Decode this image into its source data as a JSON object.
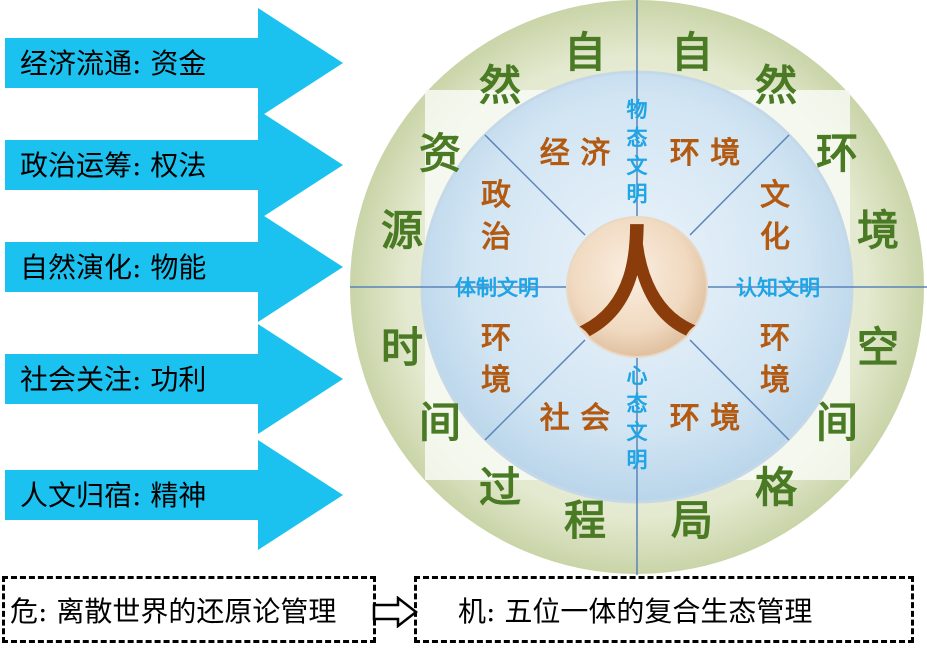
{
  "arrows": [
    {
      "label": "经济流通: 资金"
    },
    {
      "label": "政治运筹: 权法"
    },
    {
      "label": "自然演化: 物能"
    },
    {
      "label": "社会关注: 功利"
    },
    {
      "label": "人文归宿: 精神"
    }
  ],
  "wheel": {
    "center": "人",
    "outer_left": [
      "资",
      "源",
      "时",
      "间"
    ],
    "outer_top_left": [
      "然",
      "自"
    ],
    "outer_top_right": [
      "自",
      "然"
    ],
    "outer_right": [
      "环",
      "境",
      "空",
      "间"
    ],
    "outer_bottom_left": [
      "过",
      "程"
    ],
    "outer_bottom_right": [
      "局",
      "格"
    ],
    "inner": {
      "econ": "经 济",
      "econ_env": "环 境",
      "politics": [
        "政",
        "治"
      ],
      "politics_env": [
        "环",
        "境"
      ],
      "culture": [
        "文",
        "化"
      ],
      "culture_env": [
        "环",
        "境"
      ],
      "society": "社 会",
      "society_env": "环 境"
    },
    "civilizations": {
      "material": [
        "物",
        "态",
        "文",
        "明"
      ],
      "mental": [
        "心",
        "态",
        "文",
        "明"
      ],
      "institutional": "体制文明",
      "cognitive": "认知文明"
    },
    "colors": {
      "outer_ring": "#dfe6c8",
      "outer_text": "#4a7a23",
      "inner_disk": "#cfe3f2",
      "inner_text": "#b35a12",
      "civ_text": "#1fa5e6",
      "center": "#8a3c0a",
      "arrow": "#1bc2f0"
    }
  },
  "bottom": {
    "danger": "危: 离散世界的还原论管理",
    "opportunity": "机: 五位一体的复合生态管理"
  }
}
